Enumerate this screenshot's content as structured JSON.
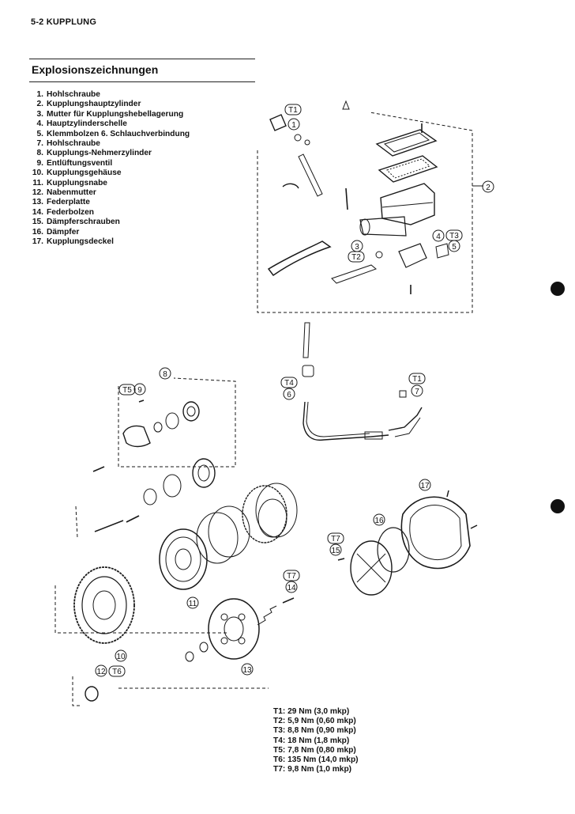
{
  "header": {
    "page_label": "5-2 KUPPLUNG"
  },
  "section": {
    "title": "Explosionszeichnungen"
  },
  "parts": [
    {
      "num": "1.",
      "name": "Hohlschraube"
    },
    {
      "num": "2.",
      "name": "Kupplungshauptzylinder"
    },
    {
      "num": "3.",
      "name": "Mutter für Kupplungshebellagerung"
    },
    {
      "num": "4.",
      "name": "Hauptzylinderschelle"
    },
    {
      "num": "5.",
      "name": "Klemmbolzen  6. Schlauchverbindung"
    },
    {
      "num": "7.",
      "name": "Hohlschraube"
    },
    {
      "num": "8.",
      "name": "Kupplungs-Nehmerzylinder"
    },
    {
      "num": "9.",
      "name": "Entlüftungsventil"
    },
    {
      "num": "10.",
      "name": "Kupplungsgehäuse"
    },
    {
      "num": "11.",
      "name": "Kupplungsnabe"
    },
    {
      "num": "12.",
      "name": "Nabenmutter"
    },
    {
      "num": "13.",
      "name": "Federplatte"
    },
    {
      "num": "14.",
      "name": "Federbolzen"
    },
    {
      "num": "15.",
      "name": "Dämpferschrauben"
    },
    {
      "num": "16.",
      "name": "Dämpfer"
    },
    {
      "num": "17.",
      "name": "Kupplungsdeckel"
    }
  ],
  "torque_specs": [
    "T1: 29 Nm (3,0 mkp)",
    "T2: 5,9 Nm (0,60 mkp)",
    "T3: 8,8 Nm (0,90 mkp)",
    "T4: 18 Nm (1,8 mkp)",
    "T5: 7,8 Nm (0,80 mkp)",
    "T6: 135 Nm (14,0 mkp)",
    "T7: 9,8 Nm (1,0 mkp)"
  ],
  "callouts": {
    "n1": "1",
    "n2": "2",
    "n3": "3",
    "n4": "4",
    "n5": "5",
    "n6": "6",
    "n7": "7",
    "n8": "8",
    "n9": "9",
    "n10": "10",
    "n11": "11",
    "n12": "12",
    "n13": "13",
    "n14": "14",
    "n15": "15",
    "n16": "16",
    "n17": "17",
    "t1a": "T1",
    "t1b": "T1",
    "t2": "T2",
    "t3": "T3",
    "t4": "T4",
    "t5": "T5",
    "t6": "T6",
    "t7a": "T7",
    "t7b": "T7"
  }
}
